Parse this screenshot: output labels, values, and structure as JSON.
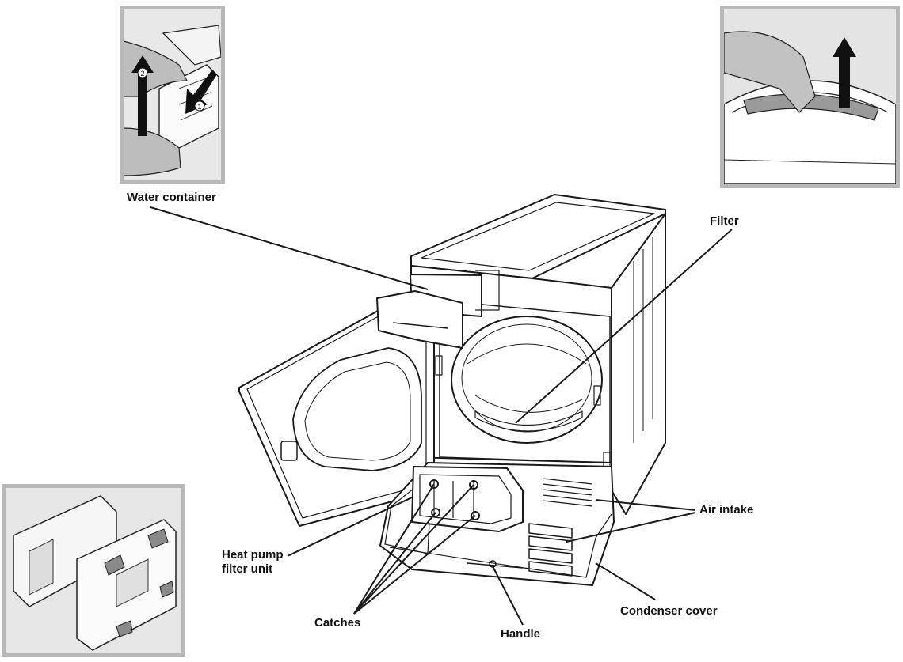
{
  "labels": {
    "water_container": "Water container",
    "filter": "Filter",
    "air_intake": "Air intake",
    "heat_pump_line1": "Heat pump",
    "heat_pump_line2": "filter unit",
    "condenser_cover": "Condenser cover",
    "catches": "Catches",
    "handle": "Handle"
  },
  "insets": {
    "water_step_1": "1",
    "water_step_2": "2"
  },
  "colors": {
    "line": "#1a1a1a",
    "inset_border": "#b8b8b8",
    "inset_bg": "#ececec"
  }
}
